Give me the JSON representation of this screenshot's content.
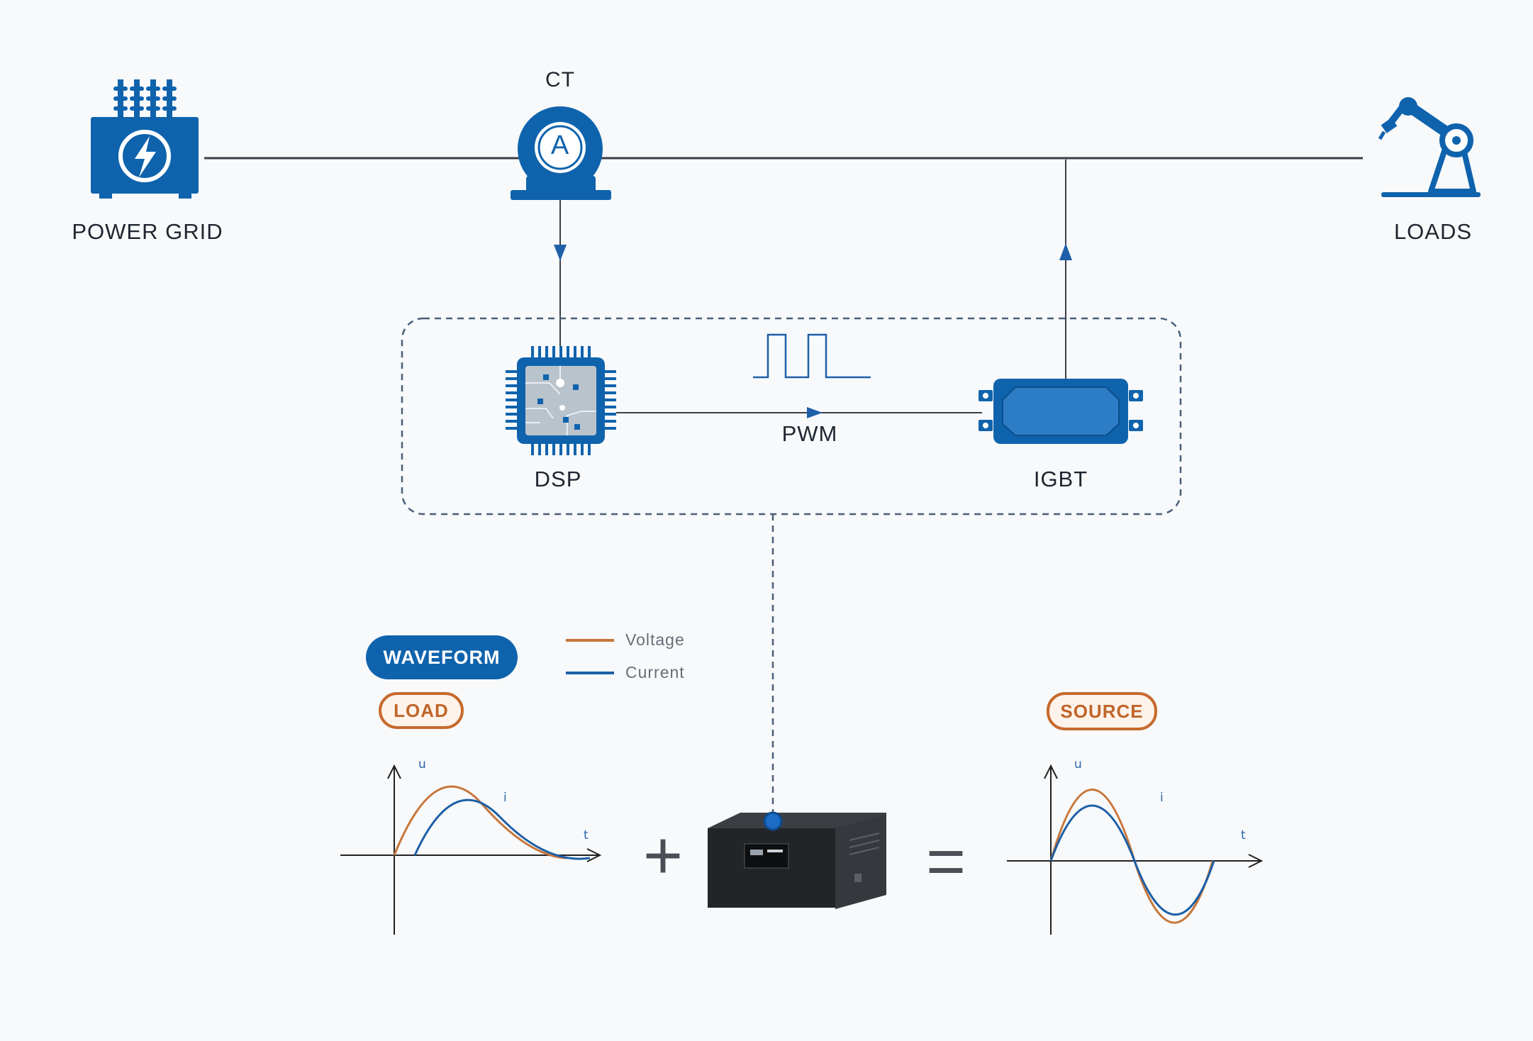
{
  "labels": {
    "power_grid": "POWER GRID",
    "ct": "CT",
    "ct_symbol": "A",
    "loads": "LOADS",
    "dsp": "DSP",
    "pwm": "PWM",
    "igbt": "IGBT"
  },
  "waveform": {
    "badge": "WAVEFORM",
    "legend": [
      {
        "label": "Voltage",
        "color": "#c8773a"
      },
      {
        "label": "Current",
        "color": "#1c5fa6"
      }
    ],
    "load_badge": "LOAD",
    "source_badge": "SOURCE",
    "axis_u": "u",
    "axis_i": "i",
    "axis_t": "t"
  },
  "operators": {
    "plus": "+",
    "equals": "="
  },
  "colors": {
    "primary": "#0f63ad",
    "accent": "#c66a2d",
    "line": "#3a3f45"
  },
  "icons": [
    "transformer-icon",
    "current-transformer-icon",
    "robot-arm-icon",
    "dsp-chip-icon",
    "igbt-module-icon",
    "pwm-pulse-icon",
    "filter-device-icon"
  ]
}
